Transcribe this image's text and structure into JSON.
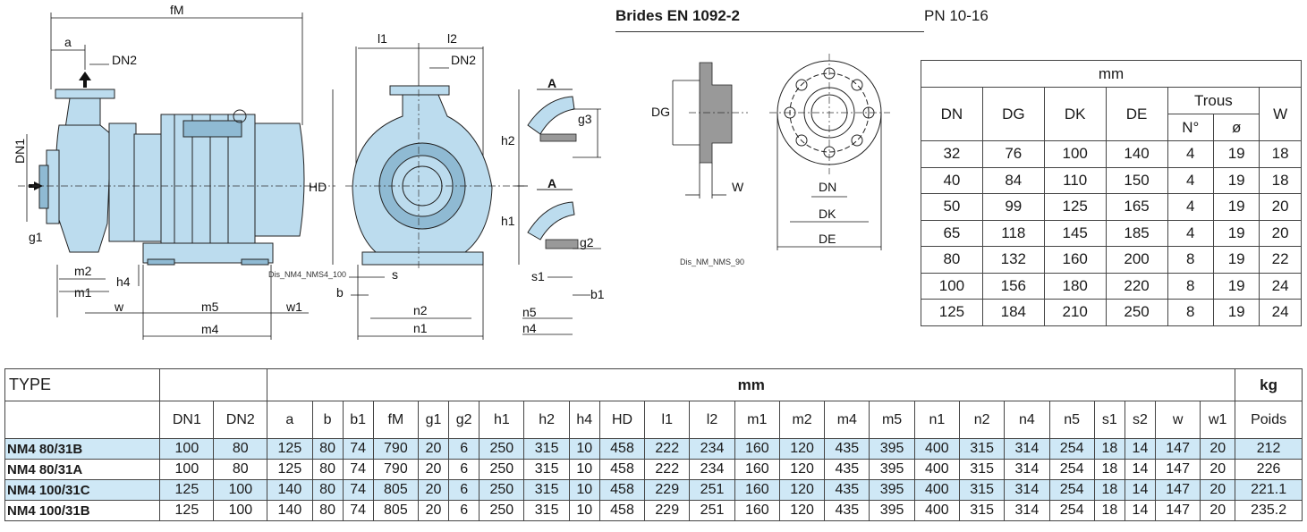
{
  "drawing": {
    "labels": {
      "fM": "fM",
      "a": "a",
      "dn2": "DN2",
      "dn1": "DN1",
      "g1": "g1",
      "m2": "m2",
      "m1": "m1",
      "h4": "h4",
      "w": "w",
      "m5": "m5",
      "w1": "w1",
      "m4": "m4",
      "hd": "HD",
      "l1": "l1",
      "l2": "l2",
      "h2": "h2",
      "h1": "h1",
      "b": "b",
      "s": "s",
      "n2": "n2",
      "n1": "n1",
      "A_top": "A",
      "A_bottom": "A",
      "g3": "g3",
      "g2": "g2",
      "s1": "s1",
      "b1": "b1",
      "n5": "n5",
      "n4": "n4",
      "dg": "DG",
      "w_flange": "W",
      "dn": "DN",
      "dk": "DK",
      "de": "DE",
      "code_pump": "Dis_NM4_NMS4_100",
      "code_flange": "Dis_NM_NMS_90"
    }
  },
  "flange": {
    "title": "Brides EN 1092-2",
    "pn": "PN 10-16",
    "unit": "mm",
    "headers": {
      "dn": "DN",
      "dg": "DG",
      "dk": "DK",
      "de": "DE",
      "trous": "Trous",
      "n": "N°",
      "dia": "ø",
      "w": "W"
    },
    "rows": [
      [
        "32",
        "76",
        "100",
        "140",
        "4",
        "19",
        "18"
      ],
      [
        "40",
        "84",
        "110",
        "150",
        "4",
        "19",
        "18"
      ],
      [
        "50",
        "99",
        "125",
        "165",
        "4",
        "19",
        "20"
      ],
      [
        "65",
        "118",
        "145",
        "185",
        "4",
        "19",
        "20"
      ],
      [
        "80",
        "132",
        "160",
        "200",
        "8",
        "19",
        "22"
      ],
      [
        "100",
        "156",
        "180",
        "220",
        "8",
        "19",
        "24"
      ],
      [
        "125",
        "184",
        "210",
        "250",
        "8",
        "19",
        "24"
      ]
    ]
  },
  "main_table": {
    "type_label": "TYPE",
    "unit_label": "mm",
    "weight_unit": "kg",
    "columns": [
      "DN1",
      "DN2",
      "a",
      "b",
      "b1",
      "fM",
      "g1",
      "g2",
      "h1",
      "h2",
      "h4",
      "HD",
      "l1",
      "l2",
      "m1",
      "m2",
      "m4",
      "m5",
      "n1",
      "n2",
      "n4",
      "n5",
      "s1",
      "s2",
      "w",
      "w1",
      "Poids"
    ],
    "rows": [
      {
        "name": "NM4 80/31B",
        "highlight": true,
        "values": [
          "100",
          "80",
          "125",
          "80",
          "74",
          "790",
          "20",
          "6",
          "250",
          "315",
          "10",
          "458",
          "222",
          "234",
          "160",
          "120",
          "435",
          "395",
          "400",
          "315",
          "314",
          "254",
          "18",
          "14",
          "147",
          "20",
          "212"
        ]
      },
      {
        "name": "NM4 80/31A",
        "highlight": false,
        "values": [
          "100",
          "80",
          "125",
          "80",
          "74",
          "790",
          "20",
          "6",
          "250",
          "315",
          "10",
          "458",
          "222",
          "234",
          "160",
          "120",
          "435",
          "395",
          "400",
          "315",
          "314",
          "254",
          "18",
          "14",
          "147",
          "20",
          "226"
        ]
      },
      {
        "name": "NM4 100/31C",
        "highlight": true,
        "values": [
          "125",
          "100",
          "140",
          "80",
          "74",
          "805",
          "20",
          "6",
          "250",
          "315",
          "10",
          "458",
          "229",
          "251",
          "160",
          "120",
          "435",
          "395",
          "400",
          "315",
          "314",
          "254",
          "18",
          "14",
          "147",
          "20",
          "221.1"
        ]
      },
      {
        "name": "NM4 100/31B",
        "highlight": false,
        "values": [
          "125",
          "100",
          "140",
          "80",
          "74",
          "805",
          "20",
          "6",
          "250",
          "315",
          "10",
          "458",
          "229",
          "251",
          "160",
          "120",
          "435",
          "395",
          "400",
          "315",
          "314",
          "254",
          "18",
          "14",
          "147",
          "20",
          "235.2"
        ]
      }
    ]
  }
}
